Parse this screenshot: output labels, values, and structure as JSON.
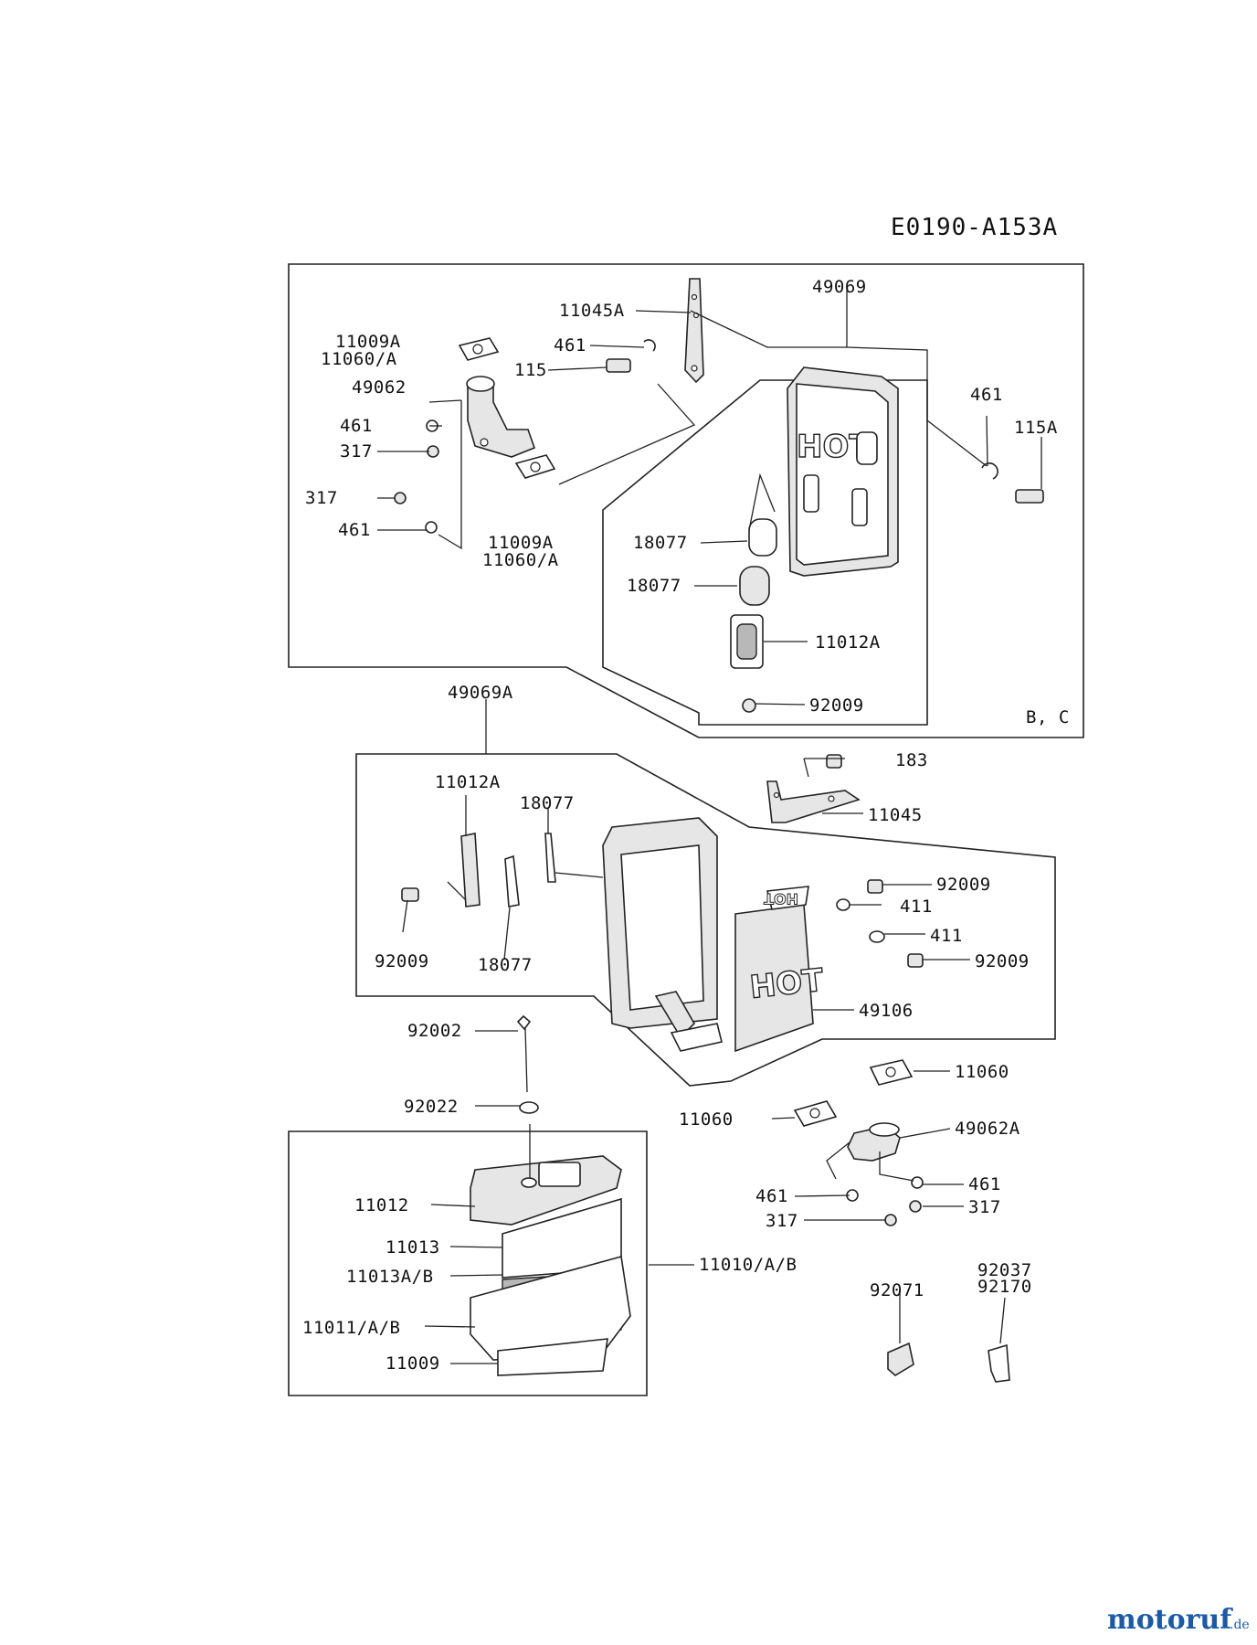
{
  "diagram_code": "E0190-A153A",
  "variant_note": "B, C",
  "watermark": {
    "brand": "motoruf",
    "suffix": ".de",
    "color": "#1a5aa8"
  },
  "hot_warning": "HOT",
  "part_labels": {
    "p49069": "49069",
    "p11045A": "11045A",
    "p461_a": "461",
    "p115": "115",
    "p11009A_top": "11009A",
    "p11060A_top": "11060/A",
    "p49062": "49062",
    "p461_b": "461",
    "p317_a": "317",
    "p317_b": "317",
    "p461_c": "461",
    "p11009A_mid": "11009A",
    "p11060A_mid": "11060/A",
    "p461_right": "461",
    "p115A": "115A",
    "p18077_a": "18077",
    "p18077_b": "18077",
    "p11012A_top": "11012A",
    "p92009_top": "92009",
    "p49069A": "49069A",
    "p183": "183",
    "p11045": "11045",
    "p11012A_mid": "11012A",
    "p18077_c": "18077",
    "p92009_a": "92009",
    "p411_a": "411",
    "p411_b": "411",
    "p92009_b": "92009",
    "p92009_c": "92009",
    "p18077_d": "18077",
    "p49106": "49106",
    "p92002": "92002",
    "p11060_a": "11060",
    "p92022": "92022",
    "p11060_b": "11060",
    "p49062A": "49062A",
    "p11012": "11012",
    "p461_d": "461",
    "p461_e": "461",
    "p317_c": "317",
    "p317_d": "317",
    "p11013": "11013",
    "p11010AB": "11010/A/B",
    "p11013AB": "11013A/B",
    "p92037": "92037",
    "p92170": "92170",
    "p92071": "92071",
    "p11011AB": "11011/A/B",
    "p11009": "11009"
  }
}
